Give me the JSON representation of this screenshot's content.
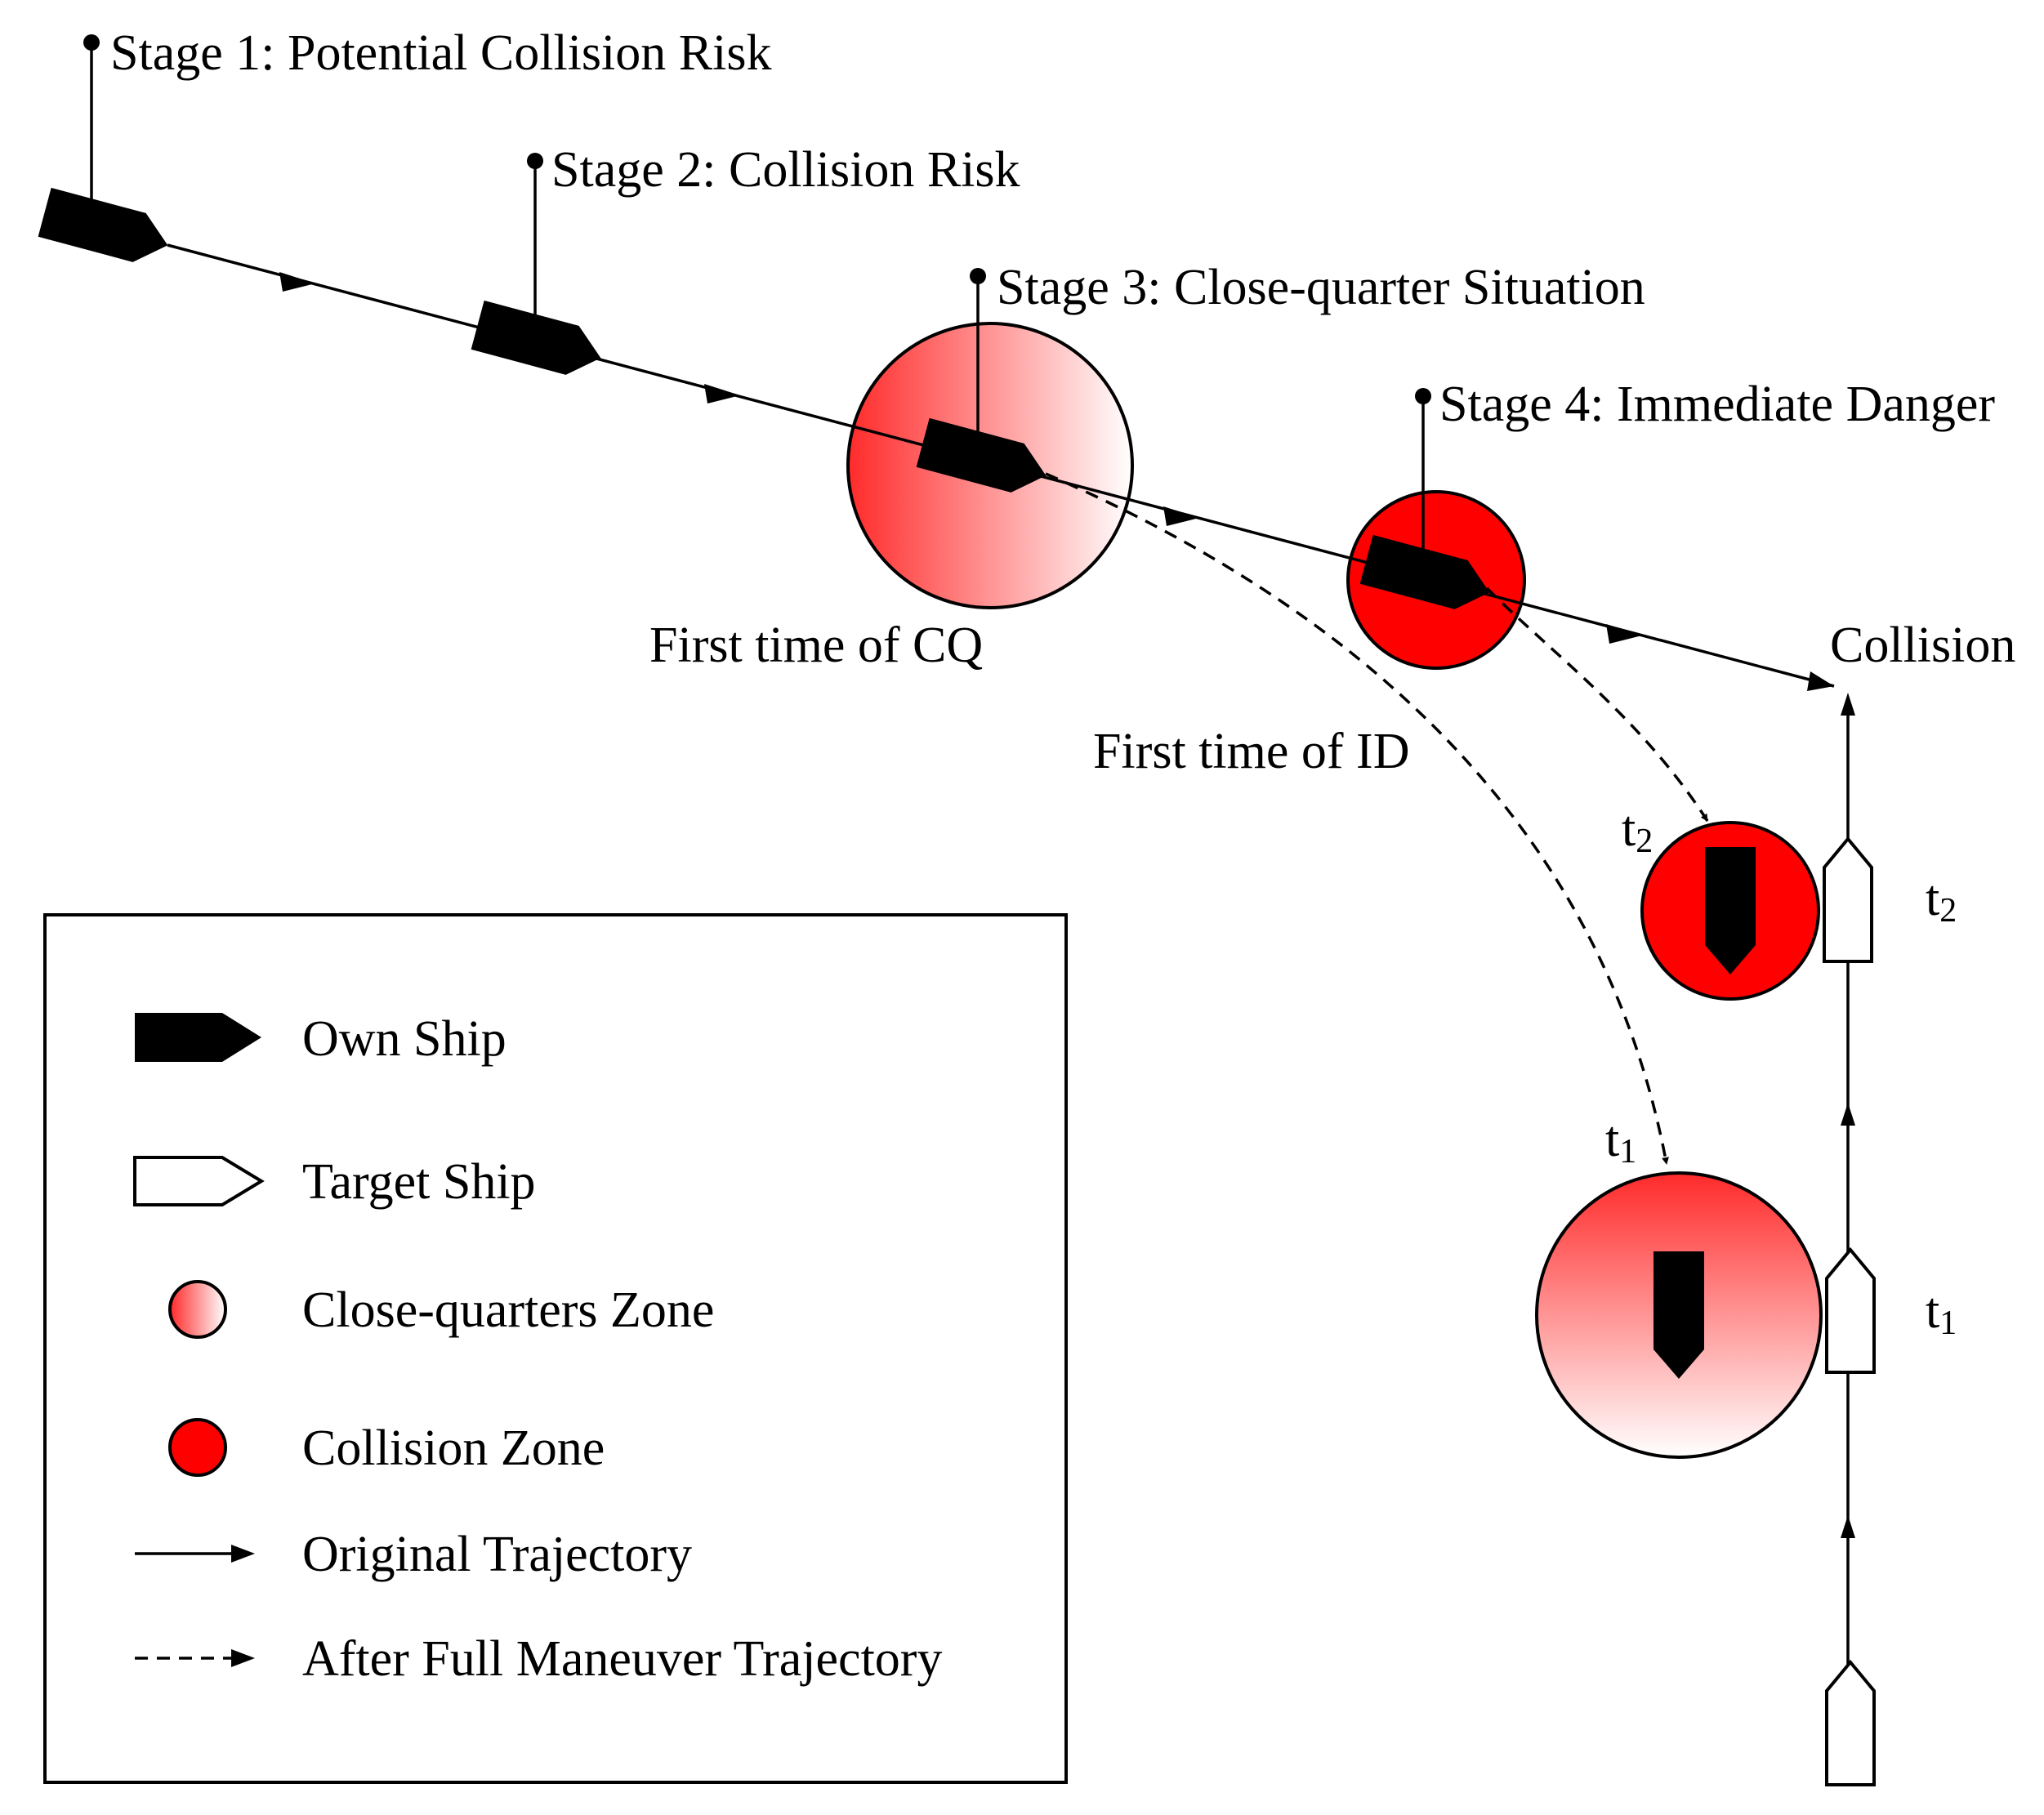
{
  "stages": [
    {
      "label": "Stage 1: Potential Collision Risk"
    },
    {
      "label": "Stage 2: Collision Risk"
    },
    {
      "label": "Stage 3: Close-quarter Situation"
    },
    {
      "label": "Stage 4: Immediate Danger"
    }
  ],
  "annotations": {
    "first_cq": "First time of CQ",
    "first_id": "First time of ID",
    "collision": "Collision",
    "t": "t",
    "sub1": "1",
    "sub2": "2"
  },
  "legend": {
    "own_ship": "Own Ship",
    "target_ship": "Target Ship",
    "cq_zone": "Close-quarters Zone",
    "collision_zone": "Collision Zone",
    "original_trajectory": "Original Trajectory",
    "maneuver_trajectory": "After Full Maneuver Trajectory"
  },
  "colors": {
    "collision_zone": "#ff0000",
    "cq_zone_dark": "#ff2a2a",
    "cq_zone_light": "#ffffff",
    "own_ship": "#000000",
    "target_ship": "#ffffff"
  },
  "icons": {
    "own_ship": "own-ship-icon",
    "target_ship": "target-ship-icon"
  }
}
